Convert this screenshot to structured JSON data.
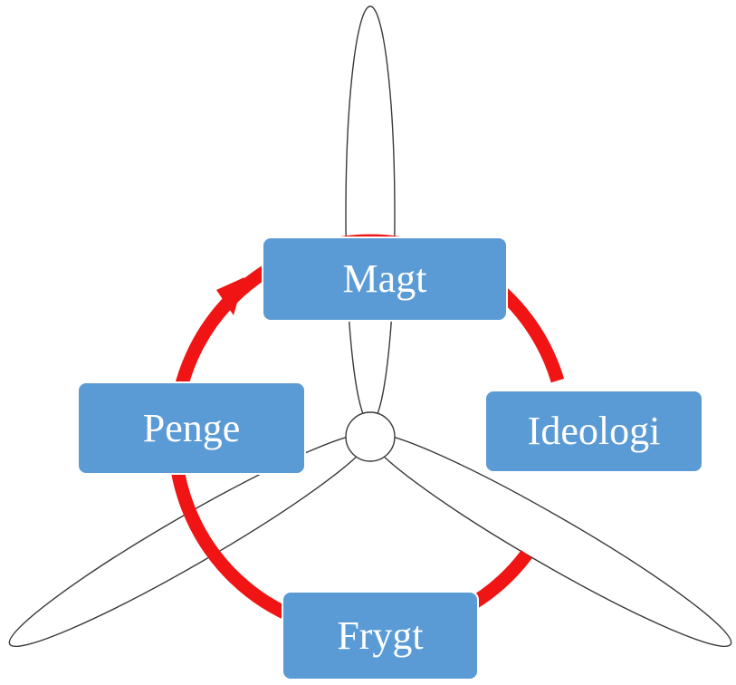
{
  "colors": {
    "node_fill": "#5b9bd5",
    "cycle_arrow": "#f01414",
    "blade_outline": "#3a3a3a",
    "background": "#ffffff"
  },
  "nodes": {
    "magt": "Magt",
    "ideologi": "Ideologi",
    "penge": "Penge",
    "frygt": "Frygt"
  }
}
